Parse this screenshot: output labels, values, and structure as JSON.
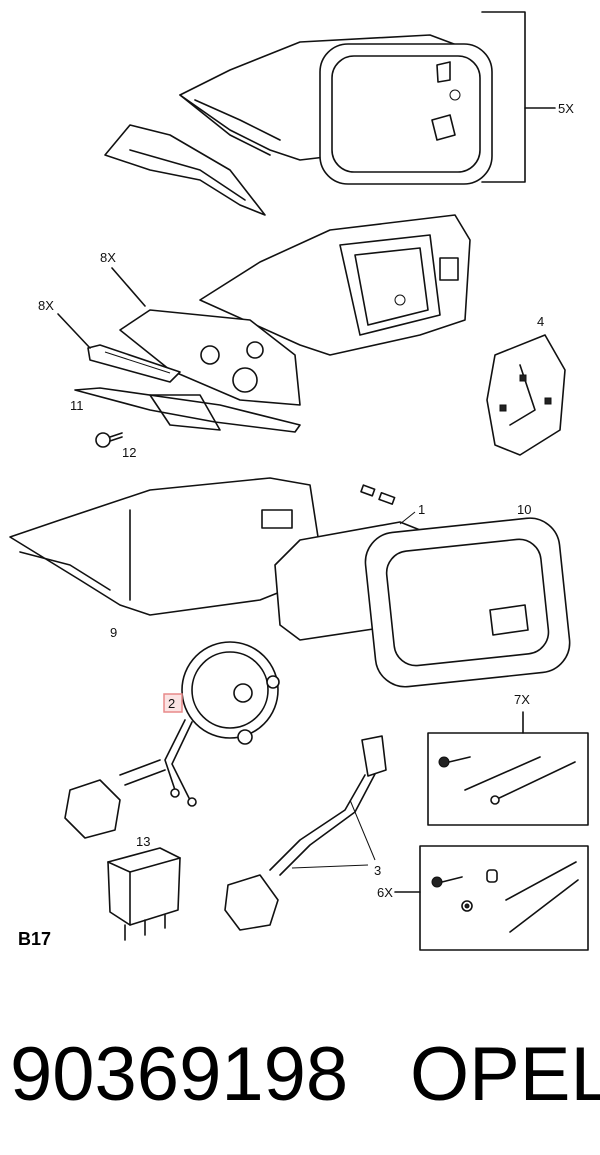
{
  "callouts": {
    "c1": "1",
    "c2": "2",
    "c3": "3",
    "c4": "4",
    "c5x": "5X",
    "c6x": "6X",
    "c7x": "7X",
    "c8x_a": "8X",
    "c8x_b": "8X",
    "c9": "9",
    "c10": "10",
    "c11": "11",
    "c12": "12",
    "c13": "13"
  },
  "sheet_code": "B17",
  "footer": {
    "part_number": "90369198",
    "brand": "OPEL"
  },
  "colors": {
    "line": "#111111",
    "highlight_box": "#e88a8a",
    "highlight_fill": "#fbe3e3"
  }
}
